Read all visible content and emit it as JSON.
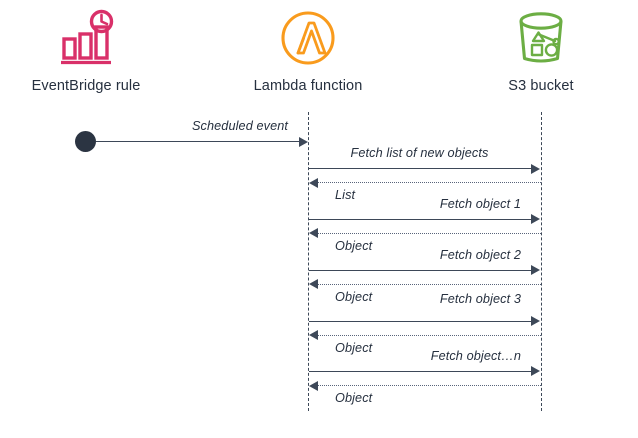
{
  "diagram": {
    "type": "sequence-diagram",
    "participants": [
      {
        "id": "eventbridge",
        "label": "EventBridge rule",
        "icon": "eventbridge-rule-icon",
        "color": "#d93069"
      },
      {
        "id": "lambda",
        "label": "Lambda function",
        "icon": "lambda-function-icon",
        "color": "#f99b1d"
      },
      {
        "id": "s3",
        "label": "S3 bucket",
        "icon": "s3-bucket-icon",
        "color": "#6cae44"
      }
    ],
    "trigger": {
      "label": "Scheduled event",
      "from": "eventbridge",
      "to": "lambda",
      "style": "solid"
    },
    "messages": [
      {
        "request": "Fetch list of new objects",
        "response": "List"
      },
      {
        "request": "Fetch object 1",
        "response": "Object"
      },
      {
        "request": "Fetch object 2",
        "response": "Object"
      },
      {
        "request": "Fetch object 3",
        "response": "Object"
      },
      {
        "request": "Fetch object…n",
        "response": "Object"
      }
    ],
    "colors": {
      "line": "#3d4858",
      "text": "#26303f",
      "start_node": "#2b3442",
      "background": "#ffffff"
    }
  }
}
